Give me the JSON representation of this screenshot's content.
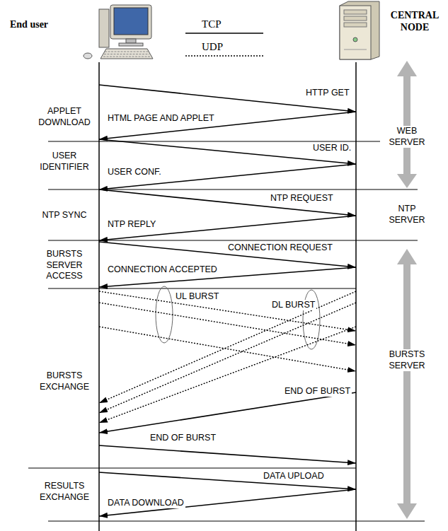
{
  "diagram": {
    "nodes": [
      {
        "text": [
          "End user"
        ]
      },
      {
        "text": [
          "CENTRAL NODE"
        ]
      }
    ],
    "edges": [
      {
        "from": 0,
        "to": 1,
        "arrow": "to",
        "label": "HTTP GET"
      },
      {
        "from": 1,
        "to": 0,
        "arrow": "to",
        "label": "HTML PAGE AND APPLET"
      },
      {
        "from": 0,
        "to": 1,
        "arrow": "to",
        "label": "USER ID."
      },
      {
        "from": 1,
        "to": 0,
        "arrow": "to",
        "label": "USER CONF."
      },
      {
        "from": 0,
        "to": 1,
        "arrow": "to",
        "label": "NTP REQUEST"
      },
      {
        "from": 1,
        "to": 0,
        "arrow": "to",
        "label": "NTP REPLY"
      },
      {
        "from": 0,
        "to": 1,
        "arrow": "to",
        "label": "CONNECTION REQUEST"
      },
      {
        "from": 1,
        "to": 0,
        "arrow": "to",
        "label": "CONNECTION ACCEPTED"
      },
      {
        "from": 0,
        "to": 1,
        "arrow": "to"
      },
      {
        "from": 0,
        "to": 1,
        "arrow": "to"
      },
      {
        "from": 0,
        "to": 1,
        "arrow": "to"
      },
      {
        "from": 1,
        "to": 0,
        "arrow": "to"
      },
      {
        "from": 1,
        "to": 0,
        "arrow": "to"
      },
      {
        "from": 1,
        "to": 0,
        "arrow": "to"
      },
      {
        "from": 1,
        "to": 0,
        "arrow": "to",
        "label": "END OF BURST"
      },
      {
        "from": 0,
        "to": 1,
        "arrow": "to",
        "label": "END OF BURST"
      },
      {
        "from": 0,
        "to": 1,
        "arrow": "to",
        "label": "DATA UPLOAD"
      },
      {
        "from": 1,
        "to": 0,
        "arrow": "to",
        "label": "DATA DOWNLOAD"
      }
    ],
    "labels": [
      "APPLET DOWNLOAD",
      "WEB SERVER",
      "USER IDENTIFIER",
      "NTP SYNC",
      "NTP SERVER",
      "BURSTS SERVER ACCESS",
      "UL BURST",
      "DL BURST",
      "BURSTS SERVER",
      "BURSTS EXCHANGE",
      "RESULTS EXCHANGE"
    ],
    "legend": [
      {
        "text": "TCP"
      },
      {
        "text": "UDP"
      }
    ]
  }
}
